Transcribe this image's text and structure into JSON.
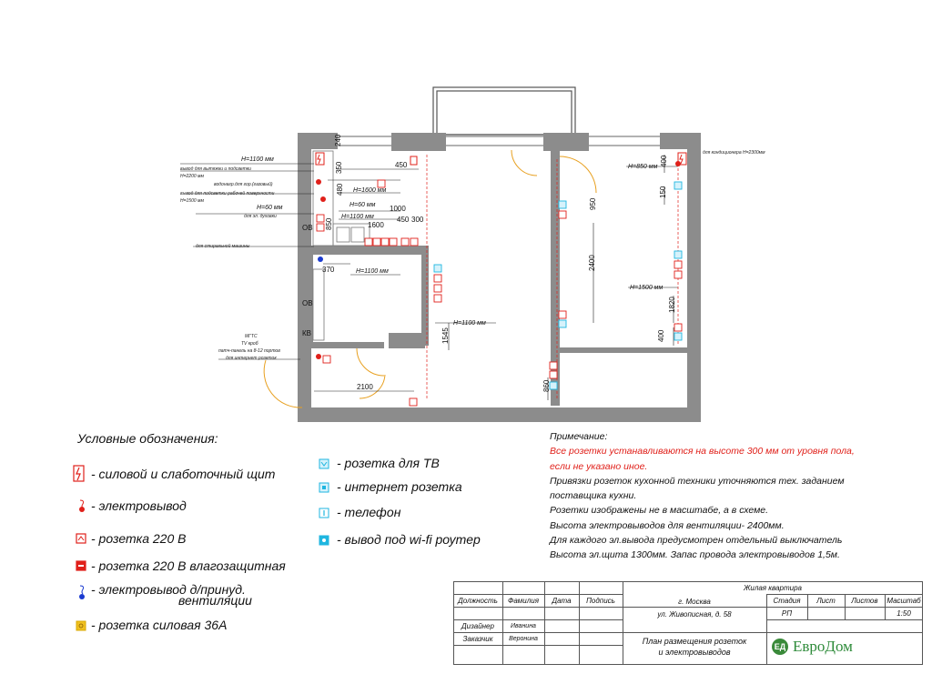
{
  "plan": {
    "h1100_top": "H=1100 мм",
    "note_hood": "вывод для вытяжки и подсветки",
    "note_hood_h": "H=2200 мм",
    "note_water": "водонагр.для гор.(газовый)",
    "note_work": "вывод для подсветки рабочей поверхности",
    "note_work_h": "H=1500 мм",
    "h60_left": "H=60 мм",
    "note_oven": "для эл. духовки",
    "note_washer": "для стиральной машины",
    "dim_240": "240",
    "dim_350": "350",
    "dim_480": "480",
    "dim_850": "850",
    "dim_450_top": "450",
    "h1600": "H=1600 мм",
    "h60_mid": "H=60 мм",
    "h1100_mid": "H=1100 мм",
    "dim_1000": "1000",
    "dim_1600": "1600",
    "dim_450": "450",
    "dim_300": "300",
    "dim_370": "370",
    "h1100_bath": "H=1100 мм",
    "h1100_corr": "H=1100 мм",
    "dim_1545": "1545",
    "dim_2100": "2100",
    "note_mts": "МГТС",
    "note_tv": "TV кроб",
    "note_patch": "патч-панель на 8-12 портов",
    "note_internet": "для интернет розеток",
    "h850": "H=850 мм",
    "note_ac": "для кондиционера H=2300мм",
    "dim_400_top": "400",
    "dim_150": "150",
    "dim_950": "950",
    "dim_2400": "2400",
    "h1500": "H=1500 мм",
    "dim_1820": "1820",
    "dim_400_bot": "400",
    "dim_860": "860",
    "ov1": "ОВ",
    "ov2": "ОВ",
    "kv": "КВ"
  },
  "legend": {
    "title": "Условные обозначения:",
    "items": [
      {
        "label": "- силовой и слаботочный щит",
        "icon": "panel-icon"
      },
      {
        "label": "- электровывод",
        "icon": "electric-outlet-icon"
      },
      {
        "label": "- розетка 220 В",
        "icon": "socket-220-icon"
      },
      {
        "label": "- розетка 220 В влагозащитная",
        "icon": "socket-waterproof-icon"
      },
      {
        "label": "- электровывод д/принуд.",
        "label2": "вентиляции",
        "icon": "ventilation-outlet-icon"
      },
      {
        "label": "- розетка силовая 36А",
        "icon": "power-socket-icon"
      },
      {
        "label": "- розетка для ТВ",
        "icon": "tv-socket-icon"
      },
      {
        "label": "- интернет розетка",
        "icon": "internet-socket-icon"
      },
      {
        "label": "- телефон",
        "icon": "phone-socket-icon"
      },
      {
        "label": "- вывод под wi-fi роутер",
        "icon": "wifi-outlet-icon"
      }
    ]
  },
  "notes": {
    "title": "Примечание:",
    "red1": "Все розетки устанавливаются на высоте 300 мм от уровня пола,",
    "red2": "если не указано иное.",
    "l1": "Привязки розеток кухонной техники уточняются тех. заданием",
    "l2": "поставщика кухни.",
    "l3": "Розетки изображены не в масштабе, а в схеме.",
    "l4": "Высота электровыводов для вентиляции- 2400мм.",
    "l5": "Для каждого эл.вывода предусмотрен отдельный выключатель",
    "l6": "Высота эл.щита 1300мм. Запас провода электровыводов 1,5м."
  },
  "title_block": {
    "project": "Жилая квартира",
    "col_position": "Должность",
    "col_surname": "Фамилия",
    "col_date": "Дата",
    "col_sign": "Подпись",
    "city": "г. Москва",
    "address": "ул. Живописная, д. 58",
    "stage_h": "Стадия",
    "sheet_h": "Лист",
    "sheets_h": "Листов",
    "scale_h": "Масштаб",
    "stage": "РП",
    "scale": "1:50",
    "role1": "Дизайнер",
    "name1": "Иванина",
    "role2": "Заказчик",
    "name2": "Веронина",
    "drawing1": "План размещения розеток",
    "drawing2": "и электровыводов",
    "brand_logo": "ЕД",
    "brand": "ЕвроДом"
  },
  "colors": {
    "wall": "#8c8c8c",
    "red": "#e0201a",
    "blue": "#1a3ad0",
    "cyan": "#1fb6e0",
    "yellow": "#f0c020"
  }
}
